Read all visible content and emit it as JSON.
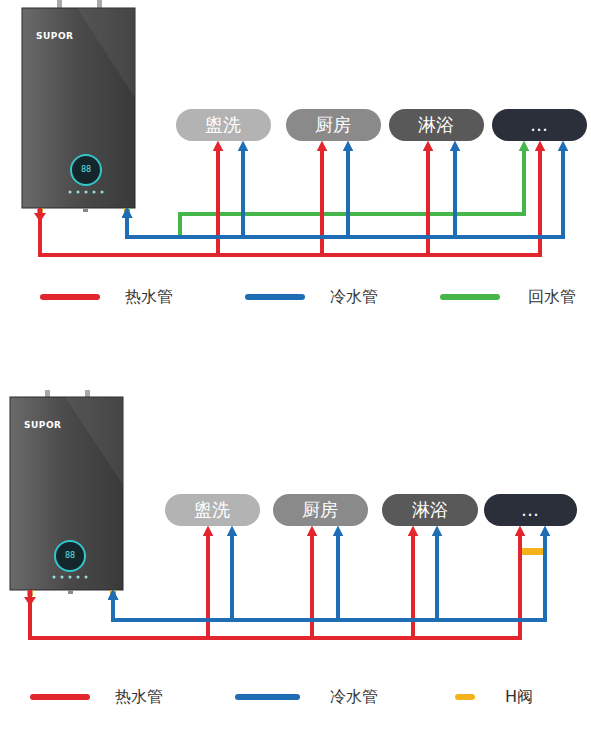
{
  "diagram": {
    "nodes": [
      {
        "text": [
          "SUPOR"
        ]
      },
      {
        "text": [
          "盥洗"
        ]
      },
      {
        "text": [
          "厨房"
        ]
      },
      {
        "text": [
          "淋浴"
        ]
      },
      {
        "text": [
          "…"
        ]
      },
      {
        "text": [
          "SUPOR"
        ]
      },
      {
        "text": [
          "盥洗"
        ]
      },
      {
        "text": [
          "厨房"
        ]
      },
      {
        "text": [
          "淋浴"
        ]
      },
      {
        "text": [
          "…"
        ]
      }
    ],
    "edges": [
      {
        "from": 0,
        "to": 1,
        "arrow": "to"
      },
      {
        "from": 0,
        "to": 2,
        "arrow": "to"
      },
      {
        "from": 0,
        "to": 3,
        "arrow": "to"
      },
      {
        "from": 0,
        "to": 4,
        "arrow": "to"
      },
      {
        "from": 0,
        "to": 4,
        "arrow": "to"
      },
      {
        "from": 0,
        "to": 1,
        "arrow": "both"
      },
      {
        "from": 0,
        "to": 2,
        "arrow": "both"
      },
      {
        "from": 0,
        "to": 3,
        "arrow": "both"
      },
      {
        "from": 0,
        "to": 4,
        "arrow": "both"
      },
      {
        "from": 5,
        "to": 6,
        "arrow": "to"
      },
      {
        "from": 5,
        "to": 7,
        "arrow": "to"
      },
      {
        "from": 5,
        "to": 8,
        "arrow": "to"
      },
      {
        "from": 5,
        "to": 9,
        "arrow": "to"
      },
      {
        "from": 5,
        "to": 6,
        "arrow": "both"
      },
      {
        "from": 5,
        "to": 7,
        "arrow": "both"
      },
      {
        "from": 5,
        "to": 8,
        "arrow": "both"
      },
      {
        "from": 5,
        "to": 9,
        "arrow": "both"
      }
    ],
    "labels": [
      "88",
      "88"
    ],
    "legend": [
      {
        "text": "热水管",
        "color": "#e3262d"
      },
      {
        "text": "冷水管",
        "color": "#1f6db5"
      },
      {
        "text": "回水管",
        "color": "#45b649"
      },
      {
        "text": "热水管",
        "color": "#e3262d"
      },
      {
        "text": "冷水管",
        "color": "#1f6db5"
      },
      {
        "text": "H阀",
        "color": "#f5b21b"
      }
    ]
  }
}
